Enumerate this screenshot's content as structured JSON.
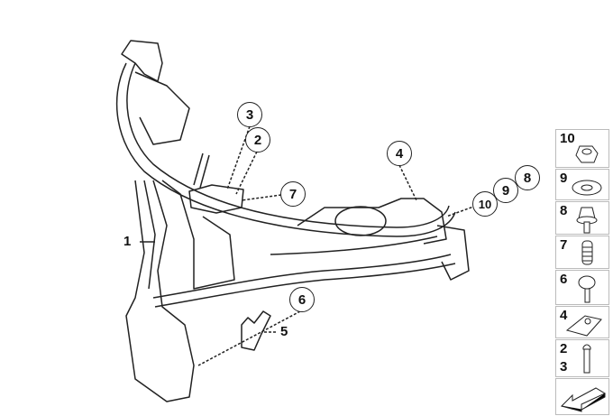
{
  "callouts": {
    "c1": "1",
    "c2": "2",
    "c3": "3",
    "c4": "4",
    "c5": "5",
    "c6": "6",
    "c7": "7",
    "c8": "8",
    "c9": "9",
    "c10": "10"
  },
  "legend": [
    {
      "label": "10",
      "icon": "hex-nut-icon"
    },
    {
      "label": "9",
      "icon": "washer-icon"
    },
    {
      "label": "8",
      "icon": "rubber-mount-screw-icon"
    },
    {
      "label": "7",
      "icon": "expanding-nut-icon"
    },
    {
      "label": "6",
      "icon": "collar-screw-icon"
    },
    {
      "label": "4",
      "icon": "spring-nut-icon"
    },
    {
      "label": "2",
      "label2": "3",
      "icon": "bolt-icon"
    },
    {
      "label": "",
      "icon": "front-direction-arrow-icon"
    }
  ]
}
